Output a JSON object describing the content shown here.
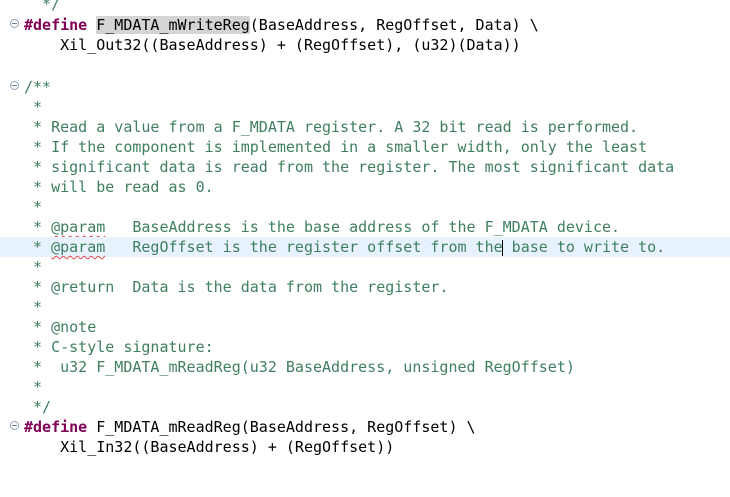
{
  "editor": {
    "lines": [
      {
        "type": "comment",
        "text": "  */"
      },
      {
        "type": "define1",
        "keyword": "#define",
        "macro": "F_MDATA_mWriteReg",
        "args": "(BaseAddress, RegOffset, Data) \\"
      },
      {
        "type": "code",
        "text": "    Xil_Out32((BaseAddress) + (RegOffset), (u32)(Data))"
      },
      {
        "type": "blank",
        "text": ""
      },
      {
        "type": "comment",
        "text": "/**"
      },
      {
        "type": "comment",
        "text": " *"
      },
      {
        "type": "comment",
        "text": " * Read a value from a F_MDATA register. A 32 bit read is performed."
      },
      {
        "type": "comment",
        "text": " * If the component is implemented in a smaller width, only the least"
      },
      {
        "type": "comment",
        "text": " * significant data is read from the register. The most significant data"
      },
      {
        "type": "comment",
        "text": " * will be read as 0."
      },
      {
        "type": "comment",
        "text": " *"
      },
      {
        "type": "param",
        "prefix": " * ",
        "tag": "@param",
        "rest": "   BaseAddress is the base address of the F_MDATA device."
      },
      {
        "type": "param",
        "prefix": " * ",
        "tag": "@param",
        "rest_a": "   RegOffset is the register offset from the",
        "rest_b": " base to write to."
      },
      {
        "type": "comment",
        "text": " *"
      },
      {
        "type": "comment",
        "text": " * @return  Data is the data from the register."
      },
      {
        "type": "comment",
        "text": " *"
      },
      {
        "type": "comment",
        "text": " * @note"
      },
      {
        "type": "comment",
        "text": " * C-style signature:"
      },
      {
        "type": "comment",
        "text": " *  u32 F_MDATA_mReadReg(u32 BaseAddress, unsigned RegOffset)"
      },
      {
        "type": "comment",
        "text": " *"
      },
      {
        "type": "comment",
        "text": " */"
      },
      {
        "type": "define2",
        "keyword": "#define",
        "rest": " F_MDATA_mReadReg(BaseAddress, RegOffset) \\"
      },
      {
        "type": "code",
        "text": "    Xil_In32((BaseAddress) + (RegOffset))"
      }
    ]
  }
}
